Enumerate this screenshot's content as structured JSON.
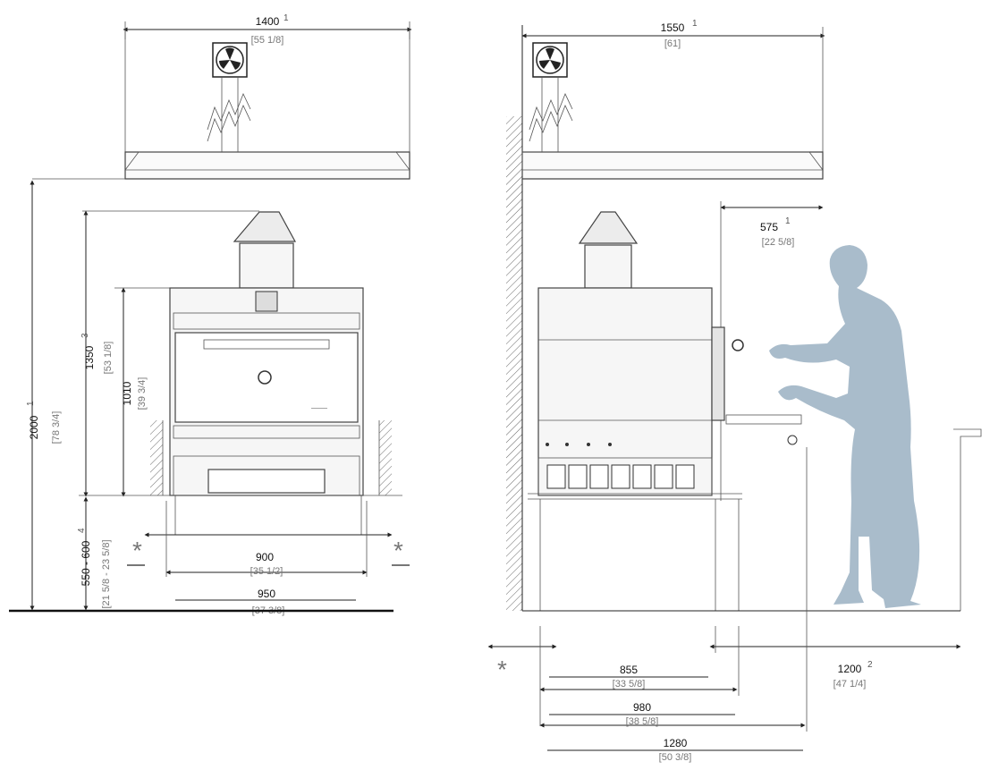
{
  "front_view": {
    "hood_width": {
      "value": "1400",
      "note": "1",
      "imperial": "[55 1/8]"
    },
    "ceiling_height": {
      "value": "2000",
      "note": "1",
      "imperial": "[78 3/4]"
    },
    "total_height": {
      "value": "1350",
      "note": "3",
      "imperial": "[53 1/8]"
    },
    "body_height": {
      "value": "1010",
      "imperial": "[39 3/4]"
    },
    "counter_height": {
      "value": "550 - 600",
      "note": "4",
      "imperial": "[21 5/8 - 23 5/8]"
    },
    "inner_width": {
      "value": "900",
      "imperial": "[35 1/2]"
    },
    "outer_width": {
      "value": "950",
      "imperial": "[37 3/8]"
    },
    "clearance_mark": "*"
  },
  "side_view": {
    "hood_width": {
      "value": "1550",
      "note": "1",
      "imperial": "[61]"
    },
    "hood_overhang": {
      "value": "575",
      "note": "1",
      "imperial": "[22 5/8]"
    },
    "operator_space": {
      "value": "1200",
      "note": "2",
      "imperial": "[47 1/4]"
    },
    "depth_1": {
      "value": "855",
      "imperial": "[33 5/8]"
    },
    "depth_2": {
      "value": "980",
      "imperial": "[38 5/8]"
    },
    "depth_3": {
      "value": "1280",
      "imperial": "[50 3/8]"
    },
    "clearance_mark": "*"
  },
  "icons": [
    "extractor-fan-icon",
    "airflow-icon",
    "operator-silhouette-icon",
    "wall-hatch-icon"
  ],
  "colors": {
    "silhouette": "#a9bccb",
    "line": "#222222",
    "imperial_text": "#777777"
  }
}
